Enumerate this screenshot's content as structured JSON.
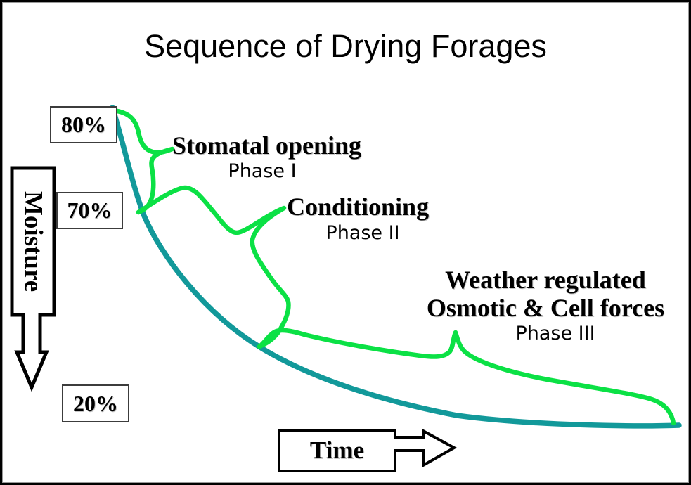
{
  "title": "Sequence of Drying Forages",
  "axes": {
    "y_label": "Moisture",
    "x_label": "Time"
  },
  "markers": [
    {
      "value": "80%"
    },
    {
      "value": "70%"
    },
    {
      "value": "20%"
    }
  ],
  "phases": [
    {
      "label": "Stomatal opening",
      "phase": "Phase I"
    },
    {
      "label": "Conditioning",
      "phase": "Phase II"
    },
    {
      "label": "Weather regulated",
      "label_line2": "Osmotic & Cell forces",
      "phase": "Phase III"
    }
  ],
  "colors": {
    "moisture_curve": "#12999A",
    "phase_braces": "#0BE145",
    "text": "#000000"
  },
  "chart_data": {
    "type": "line",
    "title": "Sequence of Drying Forages",
    "xlabel": "Time",
    "ylabel": "Moisture",
    "visible_moisture_labels_percent": [
      80,
      70,
      20
    ],
    "curve_shape": "exponential decay from 80% moisture to about 20% moisture over time",
    "phases": [
      {
        "name": "Phase I",
        "process": "Stomatal opening",
        "starts_at_moisture": "80%",
        "ends_at_moisture": "70%"
      },
      {
        "name": "Phase II",
        "process": "Conditioning",
        "starts_at_moisture": "70%"
      },
      {
        "name": "Phase III",
        "process": "Weather regulated Osmotic & Cell forces",
        "ends_near_moisture": "20%"
      }
    ]
  }
}
